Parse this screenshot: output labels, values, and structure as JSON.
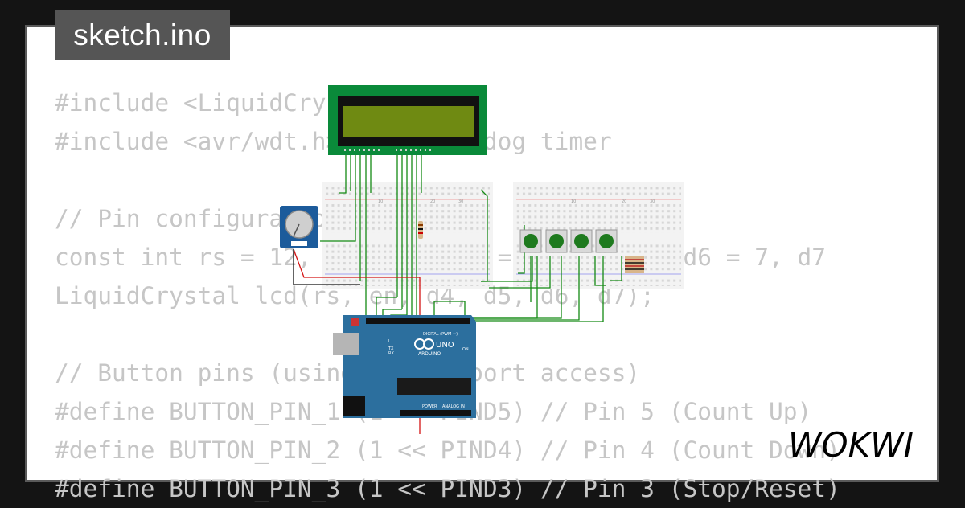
{
  "sketch": {
    "filename": "sketch.ino",
    "code_lines": [
      "#include <LiquidCrystal.h>",
      "#include <avr/wdt.h>  // Watchdog timer",
      "",
      "// Pin configuration",
      "const int rs = 12, en = 11, d4 = 9, d5 = 8, d6 = 7, d7",
      "LiquidCrystal lcd(rs, en, d4, d5, d6, d7);",
      "",
      "// Button pins (using direct port access)",
      "#define BUTTON_PIN_1 (1 << PIND5) // Pin 5 (Count Up)",
      "#define BUTTON_PIN_2 (1 << PIND4) // Pin 4 (Count Down)",
      "#define BUTTON_PIN_3 (1 << PIND3) // Pin 3 (Stop/Reset)"
    ]
  },
  "arduino": {
    "model": "UNO",
    "brand": "ARDUINO",
    "digital_label": "DIGITAL (PWM ~)",
    "analog_label": "ANALOG IN",
    "power_label": "POWER",
    "led_labels": [
      "L",
      "TX",
      "RX"
    ],
    "on_label": "ON"
  },
  "breadboard_numbers": [
    "10",
    "20",
    "30"
  ],
  "brand": {
    "logo_text": "WOKWI"
  },
  "colors": {
    "lcd_pcb": "#0a8a3a",
    "lcd_screen": "#6f8a12",
    "arduino_board": "#2c6f9e",
    "button_cap": "#1e7a1e",
    "wire_green": "#148a14",
    "wire_red": "#d41414",
    "code_text": "#c6c6c6",
    "title_tab": "#555555"
  }
}
